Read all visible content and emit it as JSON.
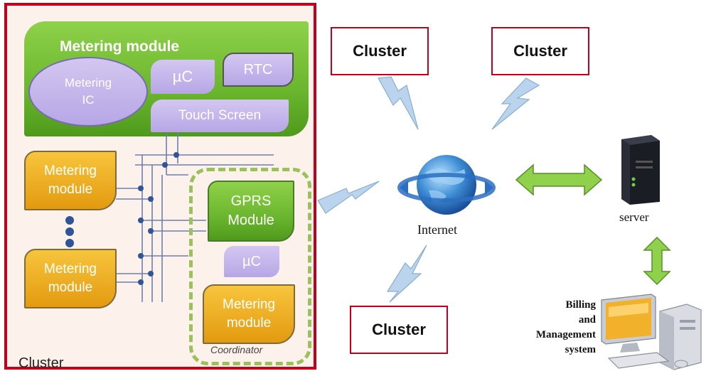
{
  "cluster_panel": {
    "label": "Cluster",
    "metering_unit": {
      "title": "Metering module",
      "ic_label": "Metering\nIC",
      "uc_label": "µC",
      "rtc_label": "RTC",
      "touch_label": "Touch Screen"
    },
    "modules": [
      {
        "label": "Metering\nmodule"
      },
      {
        "label": "Metering\nmodule"
      }
    ],
    "coordinator": {
      "label": "Coordinator",
      "gprs_label": "GPRS\nModule",
      "uc_label": "µC",
      "module_label": "Metering\nmodule"
    }
  },
  "network": {
    "clusters": [
      "Cluster",
      "Cluster",
      "Cluster"
    ],
    "internet_label": "Internet",
    "server_label": "server",
    "billing_label": "Billing\nand\nManagement\nsystem"
  },
  "colors": {
    "frame_red": "#c0001c",
    "green": "#6ab62e",
    "purple": "#b7a6e6",
    "orange": "#e39a10",
    "bolt_blue": "#b9d4ec",
    "arrow_green": "#8fd14a"
  }
}
